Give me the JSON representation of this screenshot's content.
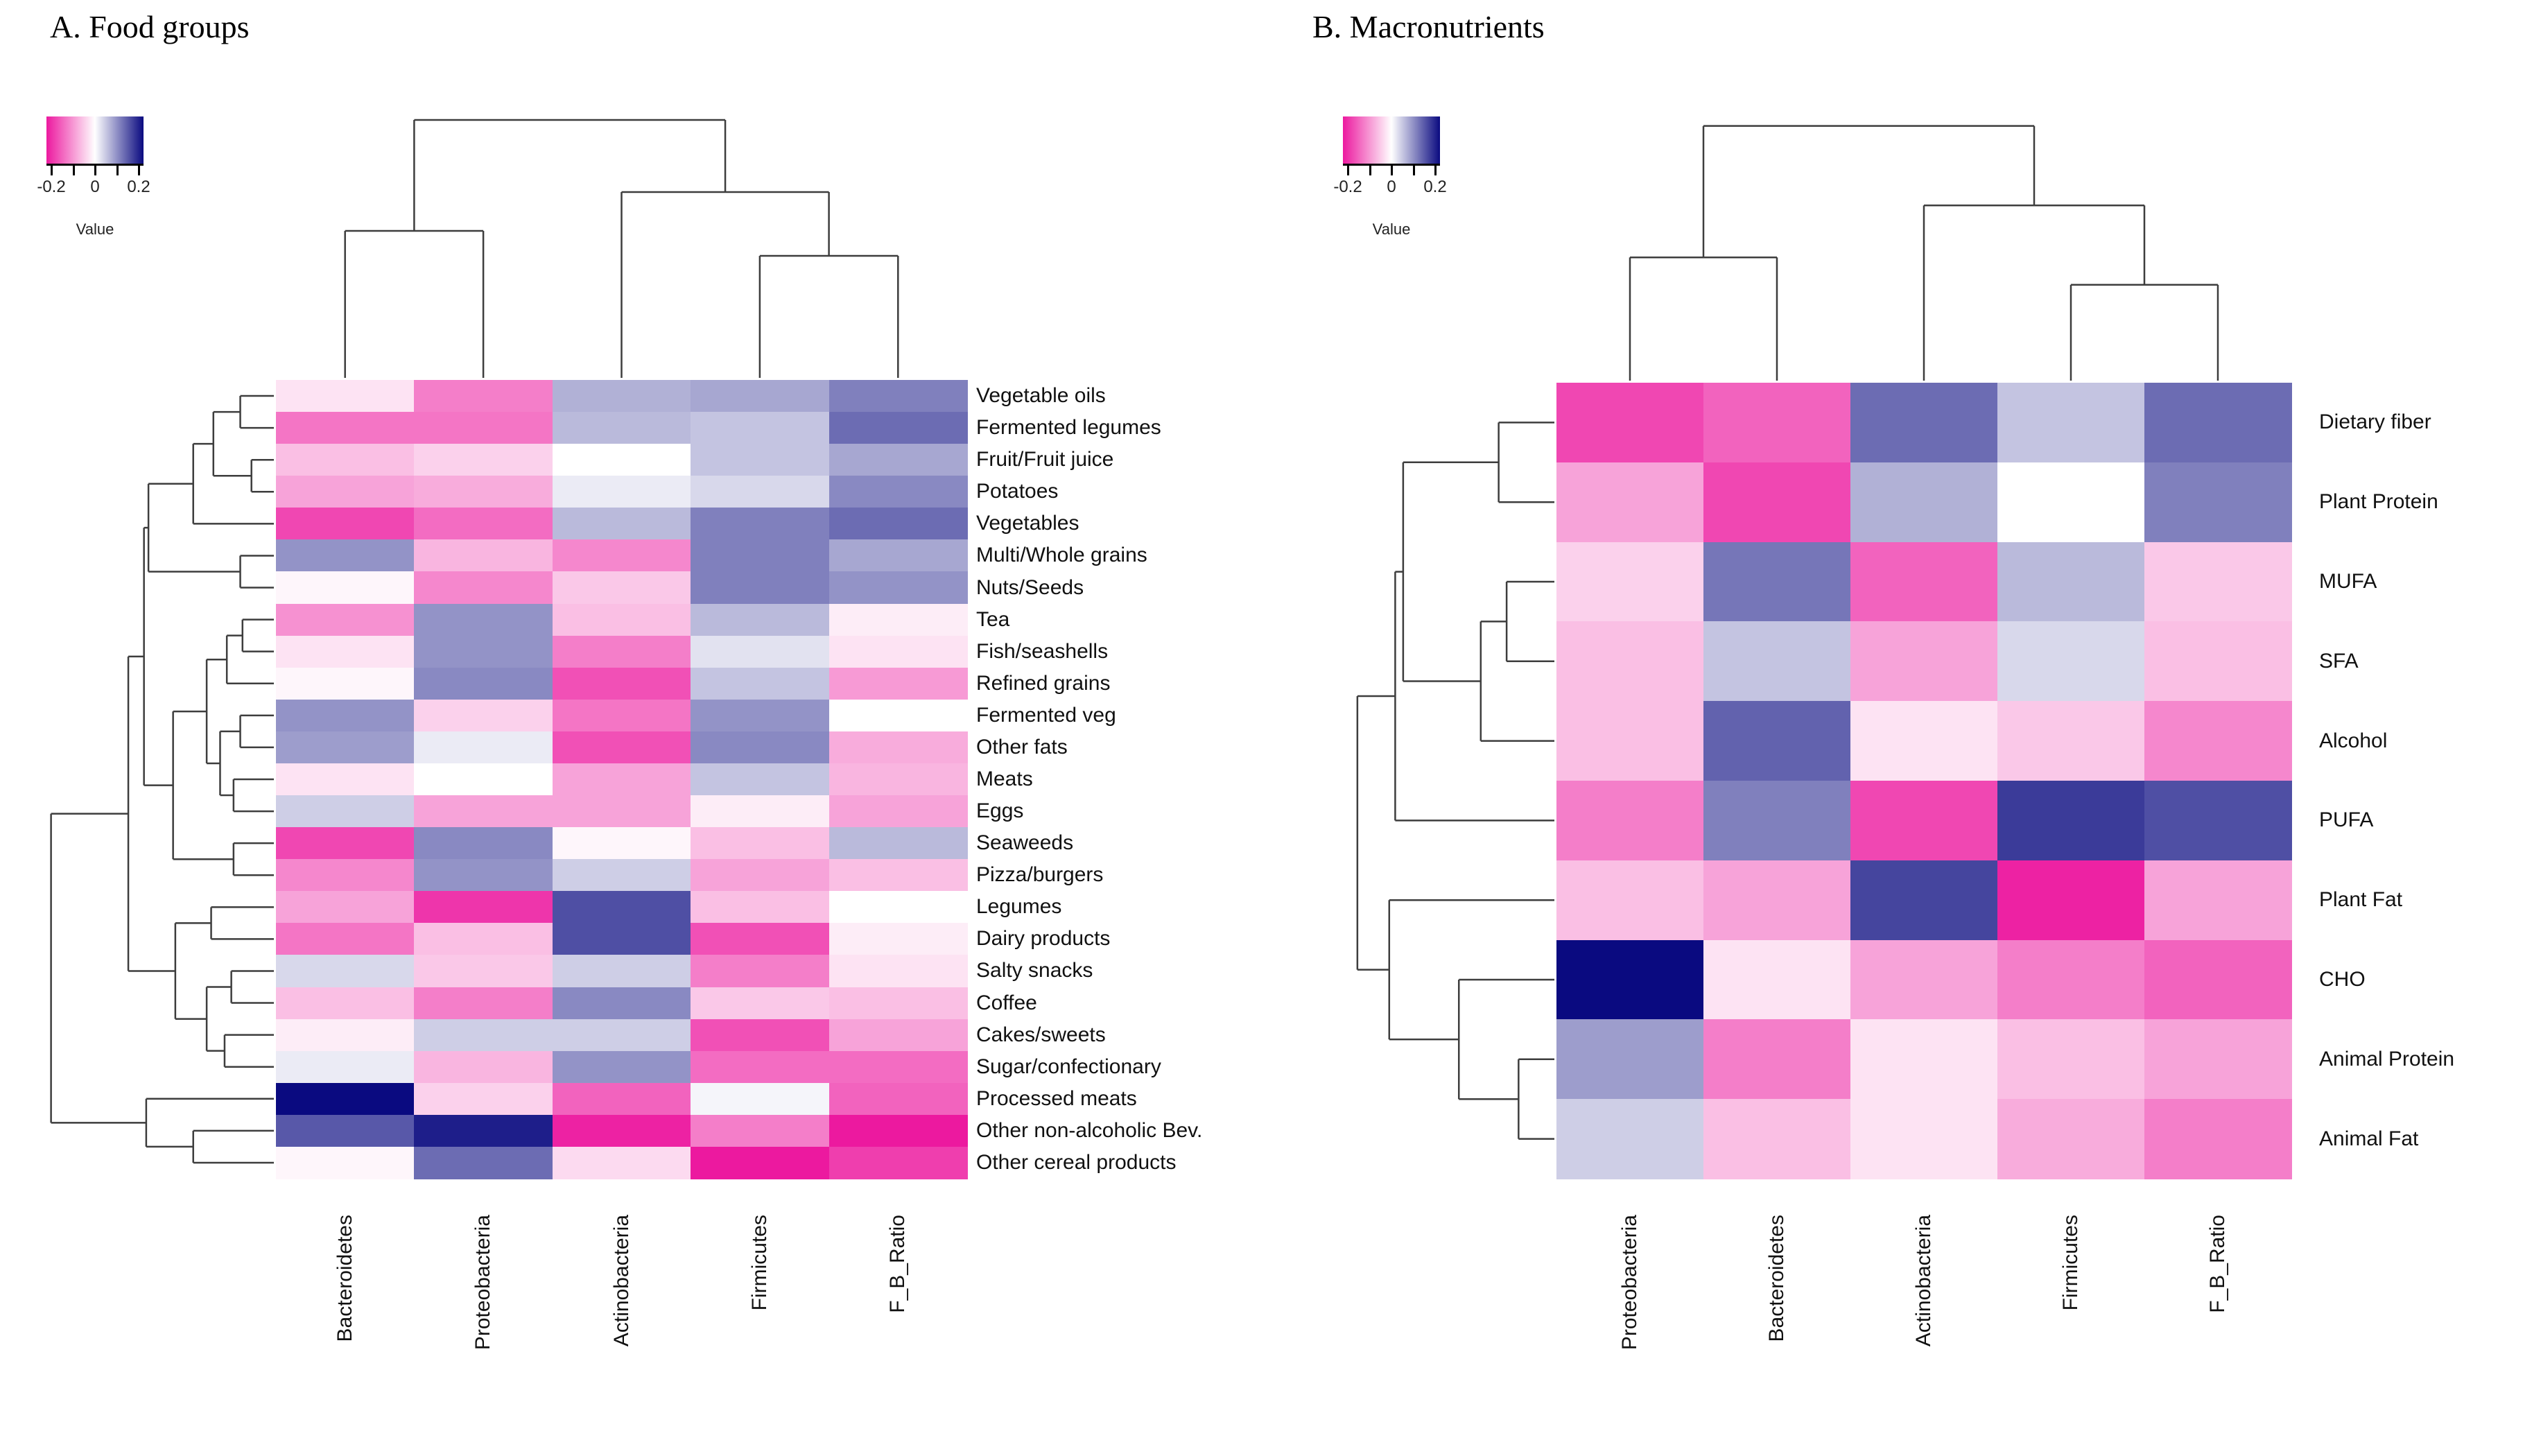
{
  "figure": {
    "background": "#ffffff"
  },
  "chart_data": [
    {
      "type": "heatmap",
      "panel": "A",
      "title": "A. Food groups",
      "legend": {
        "label": "Value",
        "ticks": [
          "-0.2",
          "0",
          "0.2"
        ],
        "domain": [
          -0.25,
          0.25
        ]
      },
      "colors": {
        "negative": "#EC199F",
        "zero": "#FFFFFF",
        "positive": "#0A0A80"
      },
      "columns": [
        "Bacteroidetes",
        "Proteobacteria",
        "Actinobacteria",
        "Firmicutes",
        "F_B_Ratio"
      ],
      "rows": [
        "Vegetable oils",
        "Fermented legumes",
        "Fruit/Fruit juice",
        "Potatoes",
        "Vegetables",
        "Multi/Whole grains",
        "Nuts/Seeds",
        "Tea",
        "Fish/seashells",
        "Refined grains",
        "Fermented veg",
        "Other fats",
        "Meats",
        "Eggs",
        "Seaweeds",
        "Pizza/burgers",
        "Legumes",
        "Dairy products",
        "Salty snacks",
        "Coffee",
        "Cakes/sweets",
        "Sugar/confectionary",
        "Processed meats",
        "Other non-alcoholic Bev.",
        "Other cereal products"
      ],
      "values": [
        [
          -0.03,
          -0.14,
          0.08,
          0.09,
          0.13
        ],
        [
          -0.15,
          -0.15,
          0.07,
          0.06,
          0.15
        ],
        [
          -0.07,
          -0.05,
          0.0,
          0.06,
          0.09
        ],
        [
          -0.1,
          -0.09,
          0.02,
          0.04,
          0.12
        ],
        [
          -0.2,
          -0.16,
          0.07,
          0.13,
          0.15
        ],
        [
          0.11,
          -0.08,
          -0.13,
          0.13,
          0.09
        ],
        [
          -0.01,
          -0.13,
          -0.06,
          0.13,
          0.11
        ],
        [
          -0.12,
          0.11,
          -0.07,
          0.07,
          -0.02
        ],
        [
          -0.03,
          0.11,
          -0.14,
          0.03,
          -0.03
        ],
        [
          -0.01,
          0.12,
          -0.19,
          0.06,
          -0.11
        ],
        [
          0.11,
          -0.05,
          -0.15,
          0.11,
          0.0
        ],
        [
          0.1,
          0.02,
          -0.19,
          0.12,
          -0.09
        ],
        [
          -0.03,
          0.0,
          -0.1,
          0.06,
          -0.08
        ],
        [
          0.05,
          -0.1,
          -0.1,
          -0.02,
          -0.1
        ],
        [
          -0.2,
          0.12,
          -0.01,
          -0.07,
          0.07
        ],
        [
          -0.13,
          0.11,
          0.05,
          -0.1,
          -0.07
        ],
        [
          -0.1,
          -0.22,
          0.18,
          -0.07,
          0.0
        ],
        [
          -0.15,
          -0.07,
          0.18,
          -0.19,
          -0.02
        ],
        [
          0.04,
          -0.06,
          0.05,
          -0.14,
          -0.03
        ],
        [
          -0.07,
          -0.14,
          0.12,
          -0.06,
          -0.07
        ],
        [
          -0.02,
          0.05,
          0.05,
          -0.19,
          -0.1
        ],
        [
          0.02,
          -0.08,
          0.11,
          -0.16,
          -0.16
        ],
        [
          0.25,
          -0.05,
          -0.17,
          0.01,
          -0.17
        ],
        [
          0.17,
          0.23,
          -0.24,
          -0.14,
          -0.25
        ],
        [
          -0.01,
          0.15,
          -0.04,
          -0.25,
          -0.21
        ]
      ],
      "col_tree": {
        "h": 0.93,
        "c": [
          {
            "h": 0.53,
            "c": [
              0,
              1
            ]
          },
          {
            "h": 0.67,
            "c": [
              2,
              {
                "h": 0.44,
                "c": [
                  3,
                  4
                ]
              }
            ]
          }
        ]
      },
      "row_tree": {
        "h": 0.995,
        "c": [
          {
            "h": 0.65,
            "c": [
              {
                "h": 0.58,
                "c": [
                  {
                    "h": 0.56,
                    "c": [
                      {
                        "h": 0.36,
                        "c": [
                          {
                            "h": 0.27,
                            "c": [
                              {
                                "h": 0.15,
                                "c": [
                                  0,
                                  1
                                ]
                              },
                              {
                                "h": 0.1,
                                "c": [
                                  2,
                                  3
                                ]
                              }
                            ]
                          },
                          4
                        ]
                      },
                      {
                        "h": 0.15,
                        "c": [
                          5,
                          6
                        ]
                      }
                    ]
                  },
                  {
                    "h": 0.45,
                    "c": [
                      {
                        "h": 0.3,
                        "c": [
                          {
                            "h": 0.21,
                            "c": [
                              {
                                "h": 0.14,
                                "c": [
                                  7,
                                  8
                                ]
                              },
                              9
                            ]
                          },
                          {
                            "h": 0.24,
                            "c": [
                              {
                                "h": 0.15,
                                "c": [
                                  10,
                                  11
                                ]
                              },
                              {
                                "h": 0.18,
                                "c": [
                                  12,
                                  13
                                ]
                              }
                            ]
                          }
                        ]
                      },
                      {
                        "h": 0.18,
                        "c": [
                          14,
                          15
                        ]
                      }
                    ]
                  }
                ]
              },
              {
                "h": 0.44,
                "c": [
                  {
                    "h": 0.28,
                    "c": [
                      16,
                      17
                    ]
                  },
                  {
                    "h": 0.3,
                    "c": [
                      {
                        "h": 0.19,
                        "c": [
                          18,
                          19
                        ]
                      },
                      {
                        "h": 0.22,
                        "c": [
                          20,
                          21
                        ]
                      }
                    ]
                  }
                ]
              }
            ]
          },
          {
            "h": 0.57,
            "c": [
              22,
              {
                "h": 0.36,
                "c": [
                  23,
                  24
                ]
              }
            ]
          }
        ]
      }
    },
    {
      "type": "heatmap",
      "panel": "B",
      "title": "B. Macronutrients",
      "legend": {
        "label": "Value",
        "ticks": [
          "-0.2",
          "0",
          "0.2"
        ],
        "domain": [
          -0.25,
          0.25
        ]
      },
      "colors": {
        "negative": "#EC199F",
        "zero": "#FFFFFF",
        "positive": "#0A0A80"
      },
      "columns": [
        "Proteobacteria",
        "Bacteroidetes",
        "Actinobacteria",
        "Firmicutes",
        "F_B_Ratio"
      ],
      "rows": [
        "Dietary fiber",
        "Plant Protein",
        "MUFA",
        "SFA",
        "Alcohol",
        "PUFA",
        "Plant Fat",
        "CHO",
        "Animal Protein",
        "Animal Fat"
      ],
      "values": [
        [
          -0.2,
          -0.17,
          0.15,
          0.06,
          0.15
        ],
        [
          -0.1,
          -0.2,
          0.08,
          0.0,
          0.13
        ],
        [
          -0.05,
          0.14,
          -0.17,
          0.07,
          -0.06
        ],
        [
          -0.07,
          0.06,
          -0.1,
          0.04,
          -0.07
        ],
        [
          -0.07,
          0.16,
          -0.03,
          -0.06,
          -0.13
        ],
        [
          -0.14,
          0.13,
          -0.2,
          0.2,
          0.18
        ],
        [
          -0.07,
          -0.1,
          0.19,
          -0.24,
          -0.1
        ],
        [
          0.25,
          -0.03,
          -0.1,
          -0.14,
          -0.17
        ],
        [
          0.1,
          -0.14,
          -0.03,
          -0.07,
          -0.1
        ],
        [
          0.05,
          -0.07,
          -0.03,
          -0.09,
          -0.14
        ]
      ],
      "col_tree": {
        "h": 0.93,
        "c": [
          {
            "h": 0.45,
            "c": [
              0,
              1
            ]
          },
          {
            "h": 0.64,
            "c": [
              2,
              {
                "h": 0.35,
                "c": [
                  3,
                  4
                ]
              }
            ]
          }
        ]
      },
      "row_tree": {
        "h": 0.99,
        "c": [
          {
            "h": 0.8,
            "c": [
              {
                "h": 0.76,
                "c": [
                  {
                    "h": 0.28,
                    "c": [
                      0,
                      1
                    ]
                  },
                  {
                    "h": 0.37,
                    "c": [
                      {
                        "h": 0.24,
                        "c": [
                          2,
                          3
                        ]
                      },
                      4
                    ]
                  }
                ]
              },
              5
            ]
          },
          {
            "h": 0.83,
            "c": [
              6,
              {
                "h": 0.48,
                "c": [
                  7,
                  {
                    "h": 0.18,
                    "c": [
                      8,
                      9
                    ]
                  }
                ]
              }
            ]
          }
        ]
      }
    }
  ]
}
